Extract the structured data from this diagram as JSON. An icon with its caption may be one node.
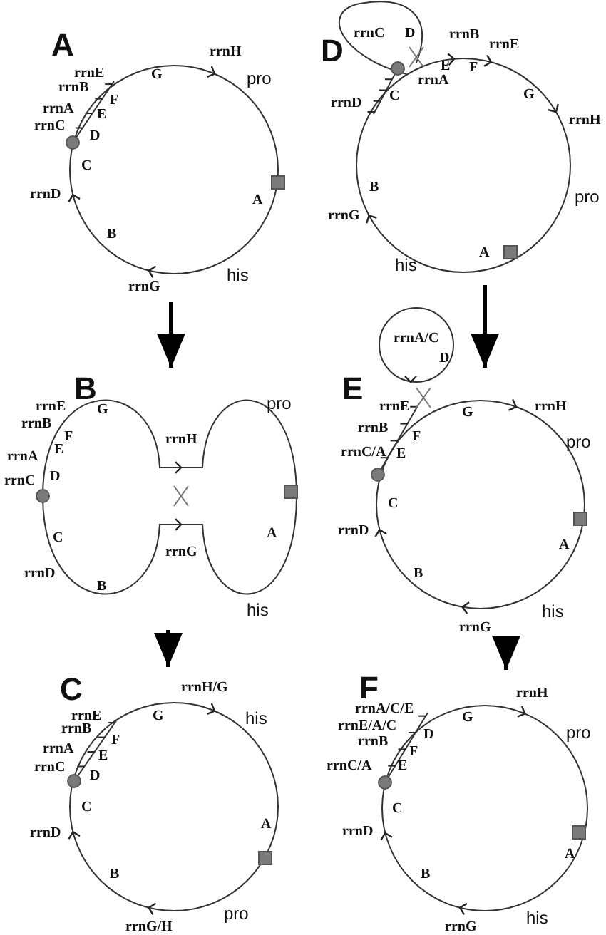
{
  "diagram": {
    "nodes": [
      {
        "text": [
          "A",
          "G",
          "F",
          "E",
          "D",
          "C",
          "A",
          "B"
        ],
        "beside": [
          "rrnH",
          "rrnE",
          "pro",
          "rrnB",
          "rrnA",
          "rrnC",
          "rrnD",
          "his",
          "rrnG"
        ]
      },
      {
        "text": [
          "D",
          "E",
          "F",
          "rrnA",
          "G",
          "C",
          "B",
          "A"
        ],
        "beside": [
          "D",
          "rrnB",
          "rrnE",
          "rrnC",
          "rrnD",
          "rrnH",
          "pro",
          "rrnG",
          "his"
        ]
      },
      {
        "text": [
          "B",
          "G",
          "F",
          "E",
          "D",
          "A",
          "C",
          "B"
        ],
        "beside": [
          "rrnE",
          "pro",
          "rrnB",
          "rrnH",
          "rrnA",
          "rrnC",
          "rrnG",
          "rrnD",
          "his"
        ]
      },
      {
        "text": [
          "rrnA/C",
          "D"
        ]
      },
      {
        "text": [
          "E",
          "G",
          "F",
          "E",
          "C",
          "A",
          "B"
        ],
        "beside": [
          "rrnE",
          "rrnH",
          "rrnB",
          "pro",
          "rrnC/A",
          "rrnD",
          "his",
          "rrnG"
        ]
      },
      {
        "text": [
          "C",
          "G",
          "F",
          "E",
          "D",
          "C",
          "A",
          "B"
        ],
        "beside": [
          "rrnH/G",
          "rrnE",
          "his",
          "rrnB",
          "rrnA",
          "rrnC",
          "rrnD",
          "pro",
          "rrnG/H"
        ]
      },
      {
        "text": [
          "F",
          "G",
          "D",
          "F",
          "E",
          "C",
          "A",
          "B"
        ],
        "beside": [
          "rrnH",
          "rrnA/C/E",
          "rrnE/A/C",
          "pro",
          "rrnB",
          "rrnC/A",
          "rrnD",
          "his",
          "rrnG"
        ]
      }
    ],
    "edges": [
      {
        "from": 0,
        "to": 2,
        "arrow": "to"
      },
      {
        "from": 2,
        "to": 5,
        "arrow": "to"
      },
      {
        "from": 1,
        "to": 4,
        "arrow": "to"
      },
      {
        "from": 4,
        "to": 6,
        "arrow": "to"
      }
    ]
  }
}
